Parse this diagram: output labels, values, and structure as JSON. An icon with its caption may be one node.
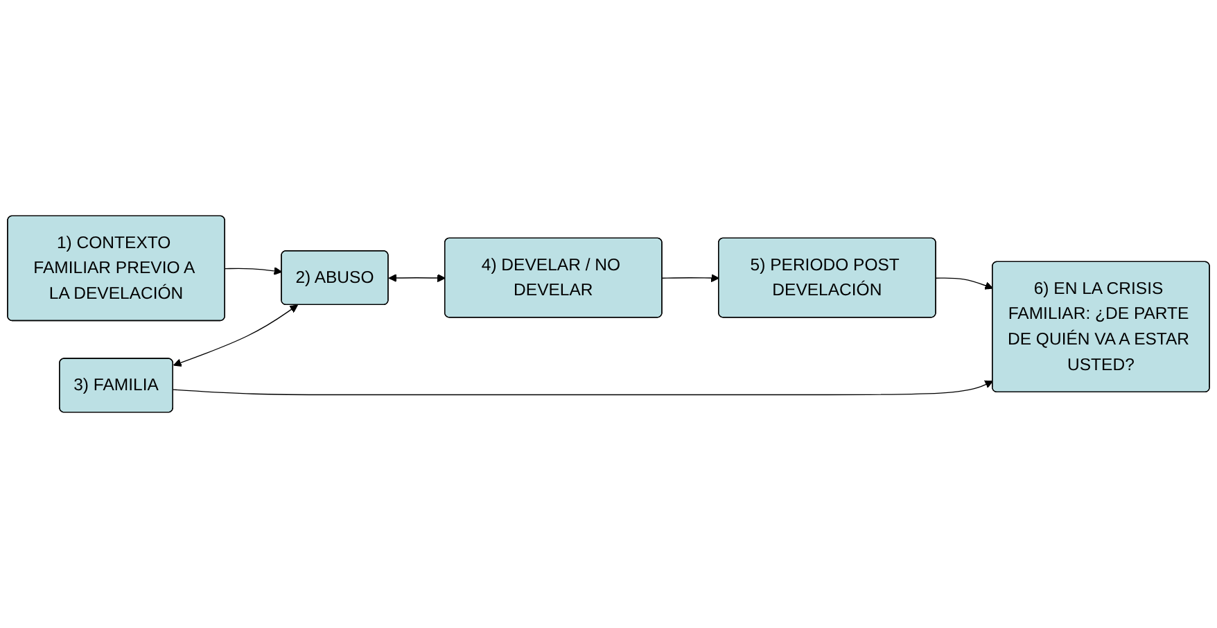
{
  "diagram": {
    "nodes": [
      {
        "text": [
          "1) CONTEXTO FAMILIAR PREVIO A LA DEVELACIÓN"
        ]
      },
      {
        "text": [
          "2) ABUSO"
        ]
      },
      {
        "text": [
          "3) FAMILIA"
        ]
      },
      {
        "text": [
          "4) DEVELAR / NO DEVELAR"
        ]
      },
      {
        "text": [
          "5) PERIODO POST DEVELACIÓN"
        ]
      },
      {
        "text": [
          "6) EN LA CRISIS FAMILIAR: ¿DE PARTE DE QUIÉN VA A ESTAR USTED?"
        ]
      }
    ],
    "edges": [
      {
        "from": 0,
        "to": 1,
        "arrow": "to"
      },
      {
        "from": 2,
        "to": 1,
        "arrow": "both"
      },
      {
        "from": 2,
        "to": 5,
        "arrow": "to"
      },
      {
        "from": 1,
        "to": 3,
        "arrow": "both"
      },
      {
        "from": 3,
        "to": 4,
        "arrow": "to"
      },
      {
        "from": 4,
        "to": 5,
        "arrow": "to"
      }
    ]
  }
}
